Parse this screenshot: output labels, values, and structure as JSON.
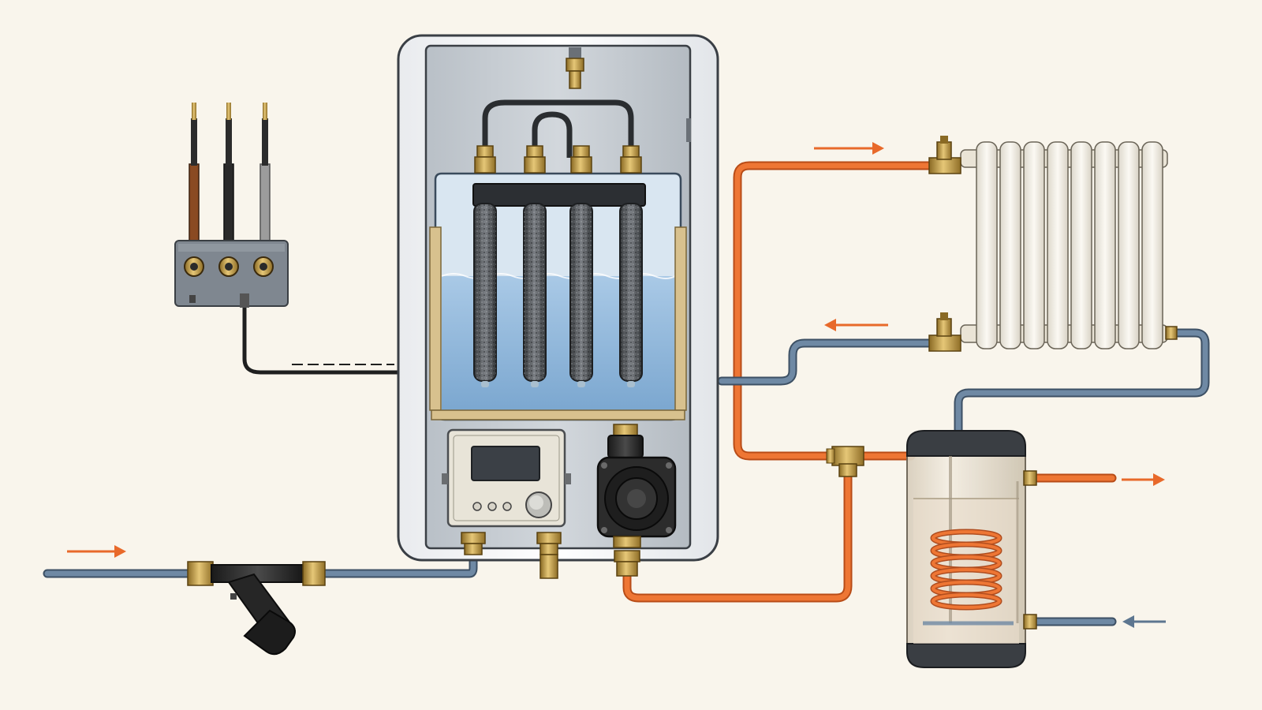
{
  "title": "",
  "labels": [],
  "colors": {
    "background": "#f9f5ec",
    "hot_pipe": "#e8692a",
    "cold_pipe": "#5d7690",
    "brass": "#c8a04a",
    "water": "#8fb6d8",
    "cabinet_inner": "#c9ced3",
    "cable": "#2b2b2b",
    "flow_arrow_hot": "#e8692a",
    "flow_arrow_cold": "#5d7690"
  },
  "components": [
    "power-cable-terminal-block",
    "electrode-boiler-cabinet",
    "electrode-heating-elements",
    "water-tank",
    "control-panel",
    "circulation-pump",
    "y-strainer-filter",
    "radiator",
    "hot-water-cylinder",
    "heating-coil"
  ]
}
